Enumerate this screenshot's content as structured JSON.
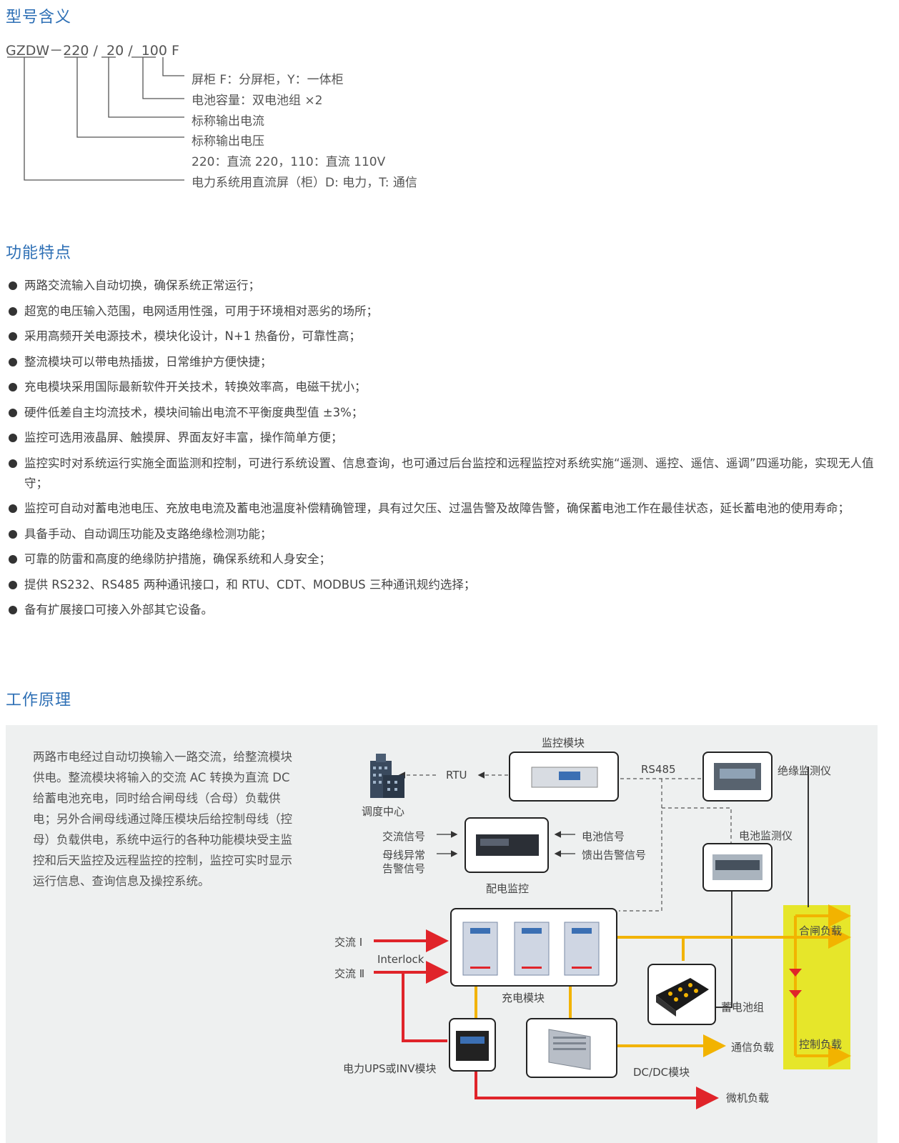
{
  "model_section": {
    "title": "型号含义",
    "code_parts": [
      "GZDW",
      "－",
      "220",
      "/",
      "20",
      "/",
      "100",
      "F"
    ],
    "descriptions": [
      "屏柜 F：分屏柜，Y：一体柜",
      "电池容量：双电池组 ×2",
      "标称输出电流",
      "标称输出电压",
      "220：直流 220，110：直流 110V",
      "电力系统用直流屏（柜）D: 电力，T: 通信"
    ]
  },
  "features_section": {
    "title": "功能特点",
    "items": [
      "两路交流输入自动切换，确保系统正常运行；",
      "超宽的电压输入范围，电网适用性强，可用于环境相对恶劣的场所；",
      "采用高频开关电源技术，模块化设计，N+1 热备份，可靠性高；",
      "整流模块可以带电热插拔，日常维护方便快捷；",
      "充电模块采用国际最新软件开关技术，转换效率高，电磁干扰小；",
      "硬件低差自主均流技术，模块间输出电流不平衡度典型值 ±3%；",
      "监控可选用液晶屏、触摸屏、界面友好丰富，操作简单方便；",
      "监控实时对系统运行实施全面监测和控制，可进行系统设置、信息查询，也可通过后台监控和远程监控对系统实施“遥测、遥控、遥信、遥调”四遥功能，实现无人值守；",
      "监控可自动对蓄电池电压、充放电电流及蓄电池温度补偿精确管理，具有过欠压、过温告警及故障告警，确保蓄电池工作在最佳状态，延长蓄电池的使用寿命；",
      "具备手动、自动调压功能及支路绝缘检测功能；",
      "可靠的防雷和高度的绝缘防护措施，确保系统和人身安全；",
      "提供 RS232、RS485 两种通讯接口，和 RTU、CDT、MODBUS 三种通讯规约选择；",
      "备有扩展接口可接入外部其它设备。"
    ]
  },
  "principle_section": {
    "title": "工作原理",
    "text": "两路市电经过自动切换输入一路交流，给整流模块供电。整流模块将输入的交流 AC 转换为直流 DC 给蓄电池充电，同时给合闸母线（合母）负载供电；另外合闸母线通过降压模块后给控制母线（控母）负载供电，系统中运行的各种功能模块受主监控和后天监控及远程监控的控制，监控可实时显示运行信息、查询信息及操控系统。"
  },
  "diagram": {
    "monitor_module": "监控模块",
    "dispatch_center": "调度中心",
    "rtu": "RTU",
    "rs485": "RS485",
    "insulation_monitor": "绝缘监测仪",
    "battery_monitor": "电池监测仪",
    "ac_signal": "交流信号",
    "bus_abnormal_line1": "母线异常",
    "bus_abnormal_line2": "告警信号",
    "battery_signal": "电池信号",
    "feeder_alarm": "馈出告警信号",
    "distribution_monitor": "配电监控",
    "ac1": "交流 Ⅰ",
    "ac2": "交流 Ⅱ",
    "interlock": "Interlock",
    "charging_module": "充电模块",
    "battery_pack": "蓄电池组",
    "closing_load": "合闸负载",
    "control_load": "控制负载",
    "comm_load": "通信负载",
    "ups_module": "电力UPS或INV模块",
    "dcdc_module": "DC/DC模块",
    "micro_load": "微机负载",
    "colors": {
      "ac_line": "#e0242a",
      "dc_line": "#f2b300",
      "load_zone": "#e6e62a",
      "title": "#2d6fb5"
    }
  }
}
